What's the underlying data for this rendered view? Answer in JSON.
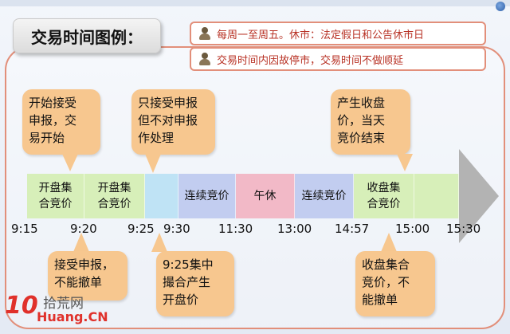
{
  "title": "交易时间图例：",
  "notes": [
    {
      "text": "每周一至周五。休市：法定假日和公告休市日"
    },
    {
      "text": "交易时间内因故停市，交易时间不做顺延"
    }
  ],
  "bubbles_top": [
    {
      "lines": [
        "开始接受",
        "申报，交",
        "易开始"
      ]
    },
    {
      "lines": [
        "只接受申报",
        "但不对申报",
        "作处理"
      ]
    },
    {
      "lines": [
        "产生收盘",
        "价，当天",
        "竞价结束"
      ]
    }
  ],
  "bubbles_bottom": [
    {
      "lines": [
        "接受申报，",
        "不能撤单"
      ]
    },
    {
      "lines": [
        "9:25集中",
        "撮合产生",
        "开盘价"
      ]
    },
    {
      "lines": [
        "收盘集合",
        "竞价，不",
        "能撤单"
      ]
    }
  ],
  "segments": [
    {
      "lines": [
        "开盘集",
        "合竞价"
      ],
      "color": "#d7efb9"
    },
    {
      "lines": [
        "开盘集",
        "合竞价"
      ],
      "color": "#d7efb9"
    },
    {
      "lines": [
        ""
      ],
      "color": "#bfe3f5"
    },
    {
      "lines": [
        "连续竞价"
      ],
      "color": "#c2cdf0"
    },
    {
      "lines": [
        "午休"
      ],
      "color": "#f2b9c7"
    },
    {
      "lines": [
        "连续竞价"
      ],
      "color": "#c2cdf0"
    },
    {
      "lines": [
        "收盘集",
        "合竞价"
      ],
      "color": "#d7efb9"
    },
    {
      "lines": [
        ""
      ],
      "color": "#d7efb9"
    }
  ],
  "times": [
    "9:15",
    "9:20",
    "9:25",
    "9:30",
    "11:30",
    "13:00",
    "14:57",
    "15:00",
    "15:30"
  ],
  "watermark": {
    "brand": "拾荒网",
    "domain": "Huang.CN",
    "num": "10"
  },
  "colors": {
    "accent": "#e28f7a",
    "bubble": "#f7c78f",
    "note_text": "#b83225"
  }
}
